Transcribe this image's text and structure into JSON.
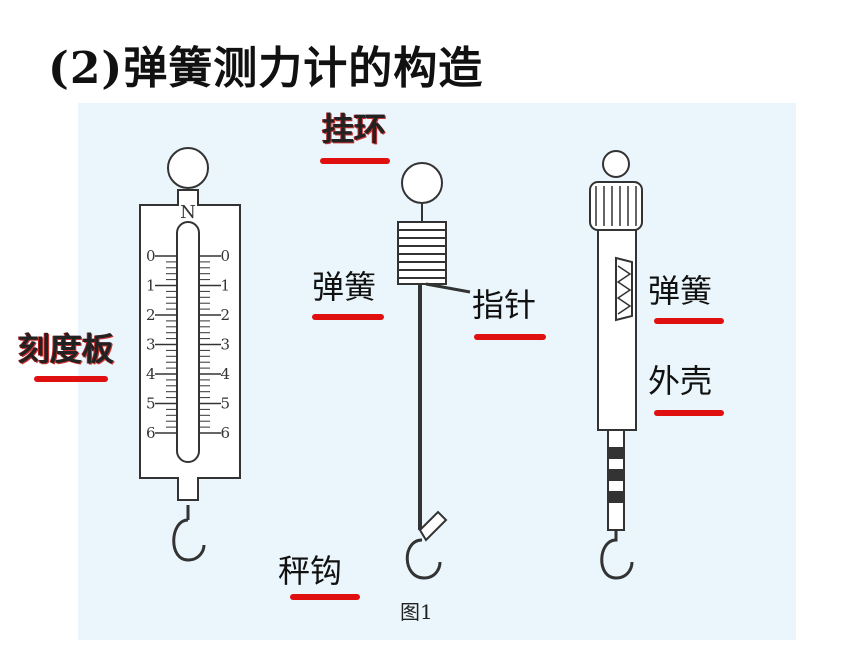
{
  "title": "(2)弹簧测力计的构造",
  "labels": {
    "ring": "挂环",
    "spring_mid": "弹簧",
    "pointer": "指针",
    "scale_plate": "刻度板",
    "spring_right": "弹簧",
    "shell": "外壳",
    "hook": "秤钩"
  },
  "figure_caption": "图1",
  "letter_n": "N",
  "scale_ticks": [
    "0",
    "1",
    "2",
    "3",
    "4",
    "5",
    "6"
  ],
  "colors": {
    "panel": "#eaf6fb",
    "underline": "#e01010",
    "ink": "#222222"
  }
}
